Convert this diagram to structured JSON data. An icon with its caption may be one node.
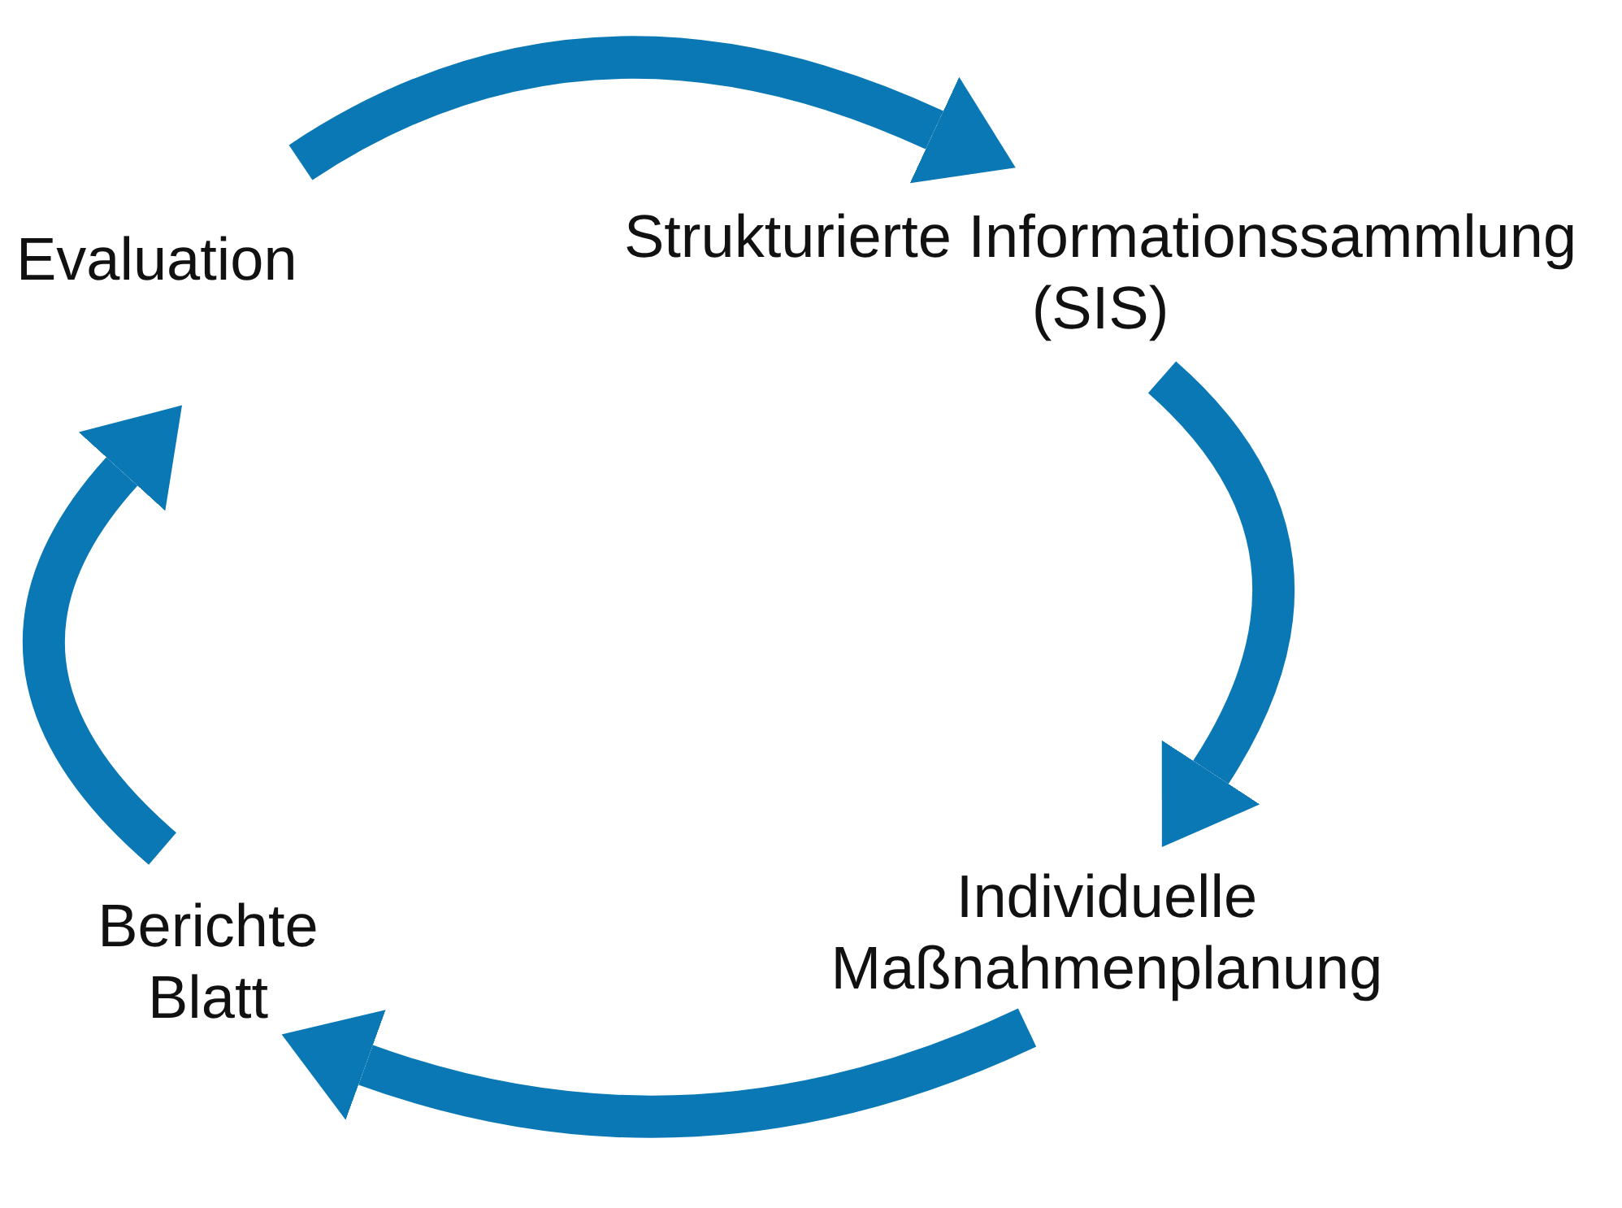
{
  "diagram": {
    "nodes": [
      {
        "text": [
          "Evaluation"
        ]
      },
      {
        "text": [
          "Strukturierte Informationssammlung (SIS)"
        ]
      },
      {
        "text": [
          "Individuelle Maßnahmenplanung"
        ]
      },
      {
        "text": [
          "Berichte Blatt"
        ]
      }
    ],
    "edges": [
      {
        "from": 0,
        "to": 1,
        "arrow": "to"
      },
      {
        "from": 1,
        "to": 2,
        "arrow": "to"
      },
      {
        "from": 2,
        "to": 3,
        "arrow": "to"
      },
      {
        "from": 3,
        "to": 0,
        "arrow": "to"
      }
    ]
  }
}
